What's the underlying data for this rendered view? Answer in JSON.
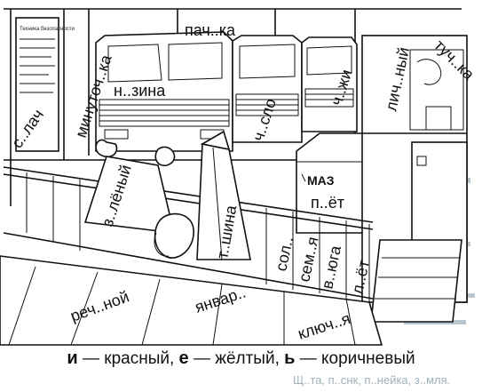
{
  "scene": {
    "words": {
      "pachka": "пач..ка",
      "nzina": "н..зина",
      "minutochka": "минуточ..ка",
      "tuchka": "туч..ка",
      "lichny": "лич..ный",
      "chzhi": "ч..жи",
      "chslo": "ч..сло",
      "slach": "с..лач",
      "zleny": "з..лёный",
      "tshina": "т..шина",
      "pyot": "п..ёт",
      "solya": "сол..",
      "semya": "сем..я",
      "vyuga": "в..юга",
      "lyot": "л..ёт",
      "rechnoy": "реч..ной",
      "yanvar": "январ..",
      "klyuchya": "ключ..я"
    },
    "sign_text": "Техника безопасности",
    "logo_text": "МАЗ"
  },
  "legend": {
    "i_key": "и",
    "i_color": "— красный,",
    "e_key": "е",
    "e_color": "— жёлтый,",
    "soft_key": "ь",
    "soft_color": "— коричневый"
  },
  "bleed_through": "Щ..та, п..снк, п..нейка, з..мля."
}
